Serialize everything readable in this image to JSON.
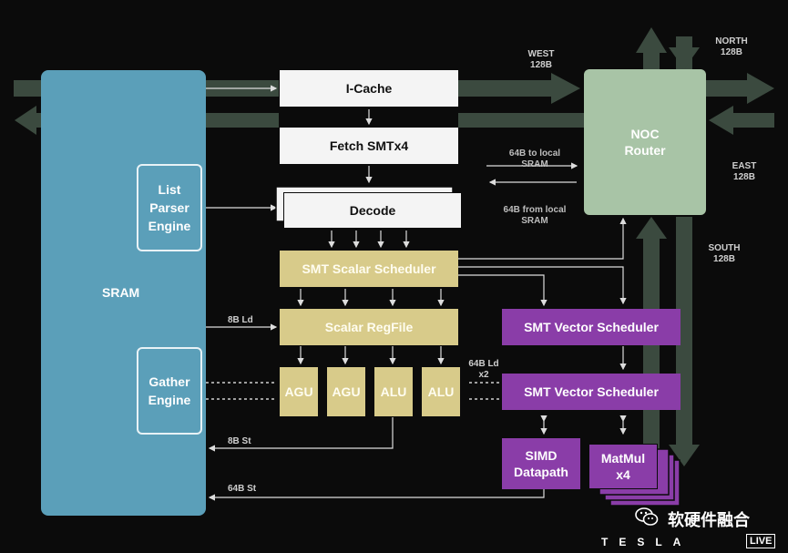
{
  "blocks": {
    "sram": "SRAM",
    "list_parser": "List\nParser\nEngine",
    "gather_engine": "Gather\nEngine",
    "icache": "I-Cache",
    "fetch": "Fetch  SMTx4",
    "decode": "Decode",
    "scalar_scheduler": "SMT Scalar Scheduler",
    "scalar_regfile": "Scalar RegFile",
    "agu1": "AGU",
    "agu2": "AGU",
    "alu1": "ALU",
    "alu2": "ALU",
    "vector_scheduler_1": "SMT Vector Scheduler",
    "vector_scheduler_2": "SMT Vector Scheduler",
    "simd": "SIMD\nDatapath",
    "matmul": "MatMul\nx4",
    "noc_router": "NOC\nRouter"
  },
  "labels": {
    "west": "WEST\n128B",
    "north": "NORTH\n128B",
    "east": "EAST\n128B",
    "south": "SOUTH\n128B",
    "to_local": "64B to local\nSRAM",
    "from_local": "64B from local\nSRAM",
    "ld8": "8B Ld",
    "ld64": "64B Ld\nx2",
    "st8": "8B St",
    "st64": "64B St"
  },
  "watermark": {
    "text": "软硬件融合",
    "brand": "TESLA",
    "live": "LIVE"
  },
  "colors": {
    "sram": "#5b9fb9",
    "scalar": "#d8cb8a",
    "vector": "#8a3da8",
    "noc": "#a8c4a6",
    "bus": "#3b4a3f"
  }
}
